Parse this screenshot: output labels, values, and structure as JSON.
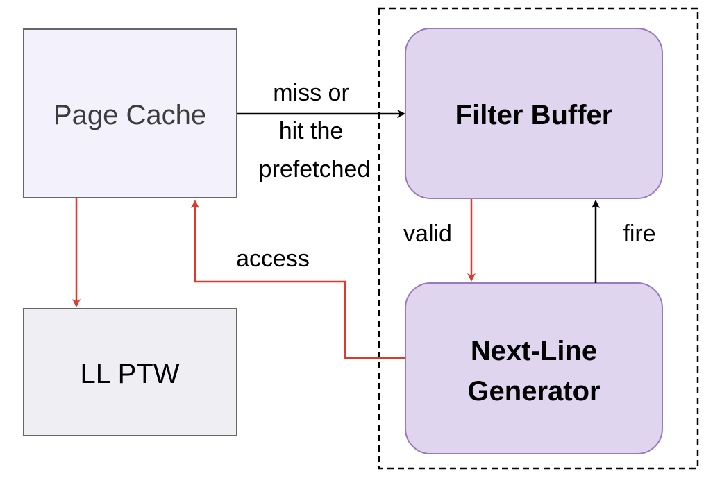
{
  "nodes": {
    "page_cache": {
      "label": "Page Cache"
    },
    "ll_ptw": {
      "label": "LL PTW"
    },
    "filter_buffer": {
      "label": "Filter Buffer"
    },
    "next_line_generator": {
      "line1": "Next-Line",
      "line2": "Generator"
    }
  },
  "edges": {
    "miss_or_hit": {
      "line1": "miss or",
      "line2": "hit the",
      "line3": "prefetched"
    },
    "valid": {
      "label": "valid"
    },
    "fire": {
      "label": "fire"
    },
    "access": {
      "label": "access"
    }
  },
  "colors": {
    "page_cache_fill": "#f3f1fb",
    "ll_ptw_fill": "#efeef3",
    "purple_fill": "#e0d5ee",
    "purple_stroke": "#9a79bd",
    "gray_stroke": "#666666",
    "red_arrow": "#e0392b",
    "black_arrow": "#000000"
  }
}
